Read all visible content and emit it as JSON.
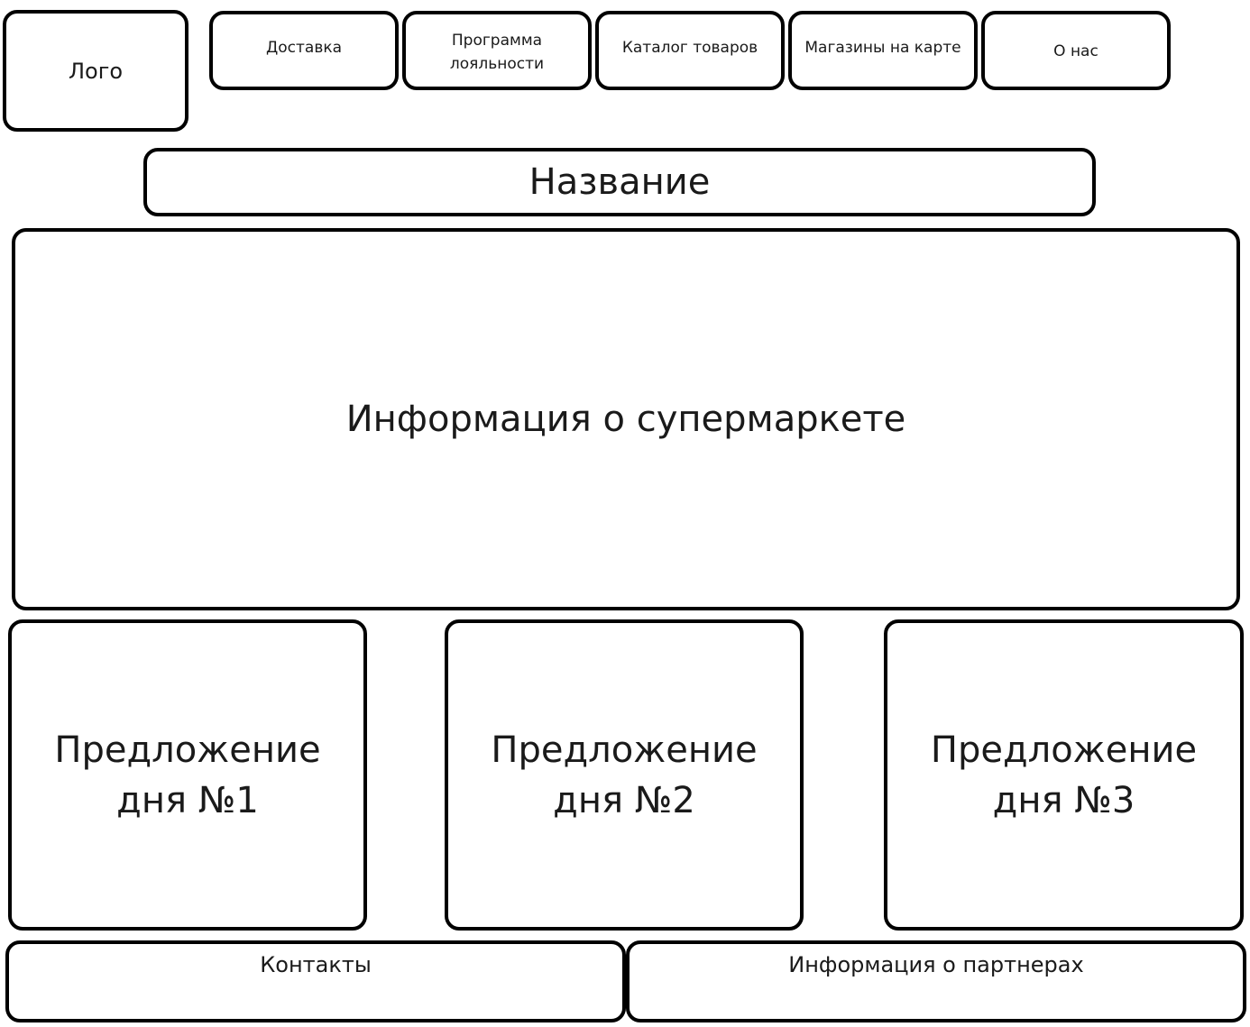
{
  "logo": {
    "label": "Лого"
  },
  "nav": {
    "items": [
      {
        "label": "Доставка"
      },
      {
        "label": "Программа\nлояльности"
      },
      {
        "label": "Каталог товаров"
      },
      {
        "label": "Магазины на карте"
      },
      {
        "label": "О нас"
      }
    ]
  },
  "title": {
    "label": "Название"
  },
  "info": {
    "label": "Информация о супермаркете"
  },
  "offers": [
    {
      "label": "Предложение\nдня №1"
    },
    {
      "label": "Предложение\nдня №2"
    },
    {
      "label": "Предложение\nдня №3"
    }
  ],
  "footer": {
    "contacts": "Контакты",
    "partners": "Информация о партнерах"
  }
}
